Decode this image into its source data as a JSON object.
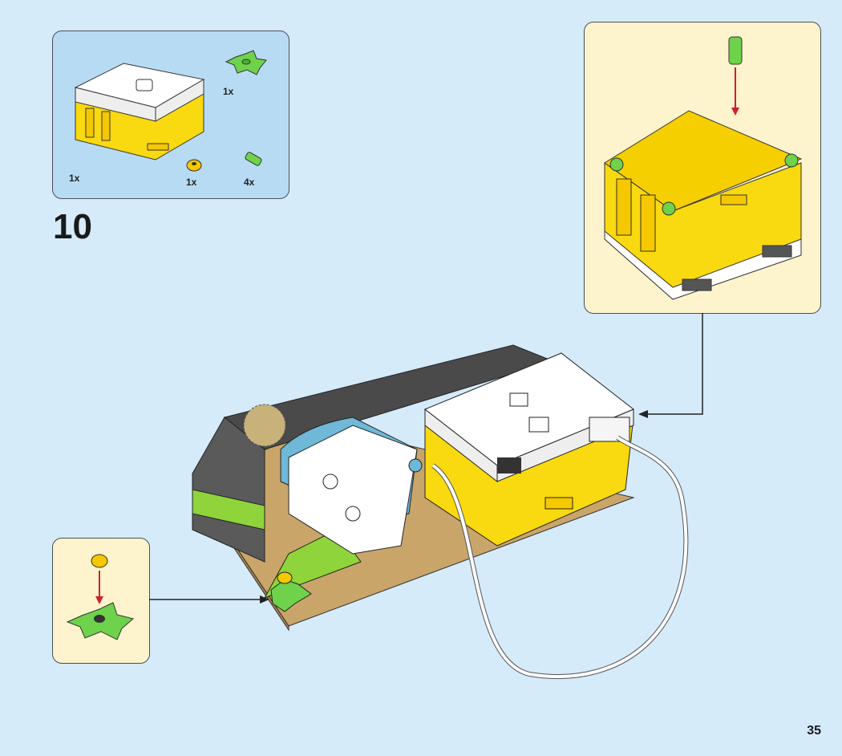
{
  "parts_list": {
    "items": [
      {
        "name": "hub",
        "quantity": "1x"
      },
      {
        "name": "green-flower-plate",
        "quantity": "1x"
      },
      {
        "name": "yellow-round-plate",
        "quantity": "1x"
      },
      {
        "name": "green-pin",
        "quantity": "4x"
      }
    ]
  },
  "step_number": "10",
  "page_number": "35",
  "colors": {
    "background": "#d5ebfa",
    "parts_box": "#b8dbf4",
    "callout": "#fdf3cd",
    "yellow": "#f9d90f",
    "green": "#6ed34a",
    "arrow": "#d0202a"
  }
}
